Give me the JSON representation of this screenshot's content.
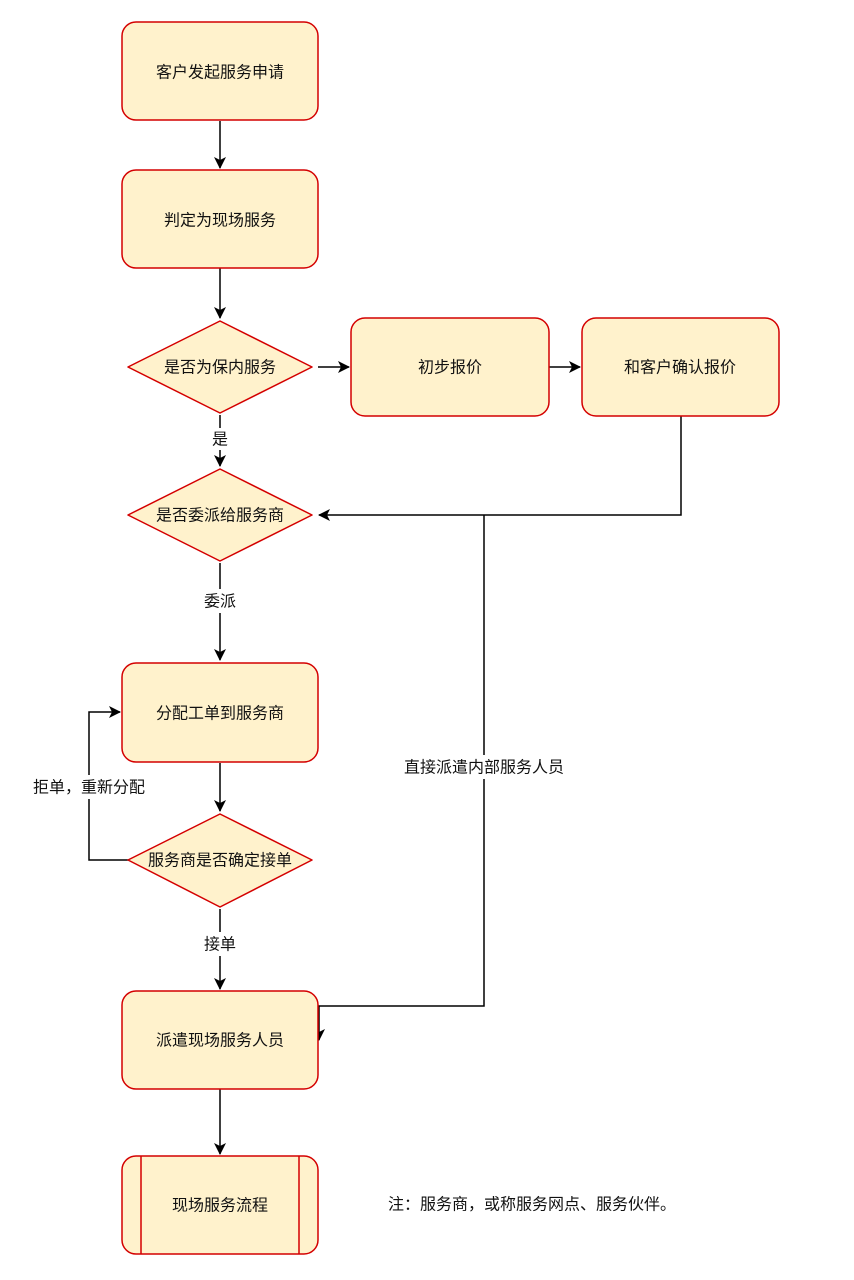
{
  "diagram": {
    "type": "flowchart",
    "colors": {
      "node_fill": "#fff2cc",
      "node_stroke": "#d40000",
      "edge": "#000000",
      "text": "#111111",
      "background": "#ffffff"
    },
    "nodes": {
      "request": {
        "label": "客户发起服务申请",
        "shape": "process"
      },
      "judge_onsite": {
        "label": "判定为现场服务",
        "shape": "process"
      },
      "in_warranty": {
        "label": "是否为保内服务",
        "shape": "decision"
      },
      "quote": {
        "label": "初步报价",
        "shape": "process"
      },
      "confirm_quote": {
        "label": "和客户确认报价",
        "shape": "process"
      },
      "delegate": {
        "label": "是否委派给服务商",
        "shape": "decision"
      },
      "assign_provider": {
        "label": "分配工单到服务商",
        "shape": "process"
      },
      "provider_accept": {
        "label": "服务商是否确定接单",
        "shape": "decision"
      },
      "dispatch": {
        "label": "派遣现场服务人员",
        "shape": "process"
      },
      "onsite_flow": {
        "label": "现场服务流程",
        "shape": "subprocess"
      }
    },
    "edges": {
      "e1": {
        "from": "request",
        "to": "judge_onsite",
        "label": ""
      },
      "e2": {
        "from": "judge_onsite",
        "to": "in_warranty",
        "label": ""
      },
      "e3": {
        "from": "in_warranty",
        "to": "quote",
        "label": ""
      },
      "e4": {
        "from": "quote",
        "to": "confirm_quote",
        "label": ""
      },
      "e5": {
        "from": "in_warranty",
        "to": "delegate",
        "label": "是"
      },
      "e6": {
        "from": "confirm_quote",
        "to": "delegate",
        "label": ""
      },
      "e7": {
        "from": "delegate",
        "to": "assign_provider",
        "label": "委派"
      },
      "e8": {
        "from": "assign_provider",
        "to": "provider_accept",
        "label": ""
      },
      "e9": {
        "from": "provider_accept",
        "to": "assign_provider",
        "label": "拒单，重新分配"
      },
      "e10": {
        "from": "provider_accept",
        "to": "dispatch",
        "label": "接单"
      },
      "e11": {
        "from": "delegate",
        "to": "dispatch",
        "label": "直接派遣内部服务人员"
      },
      "e12": {
        "from": "dispatch",
        "to": "onsite_flow",
        "label": ""
      }
    },
    "note": "注：服务商，或称服务网点、服务伙伴。"
  }
}
